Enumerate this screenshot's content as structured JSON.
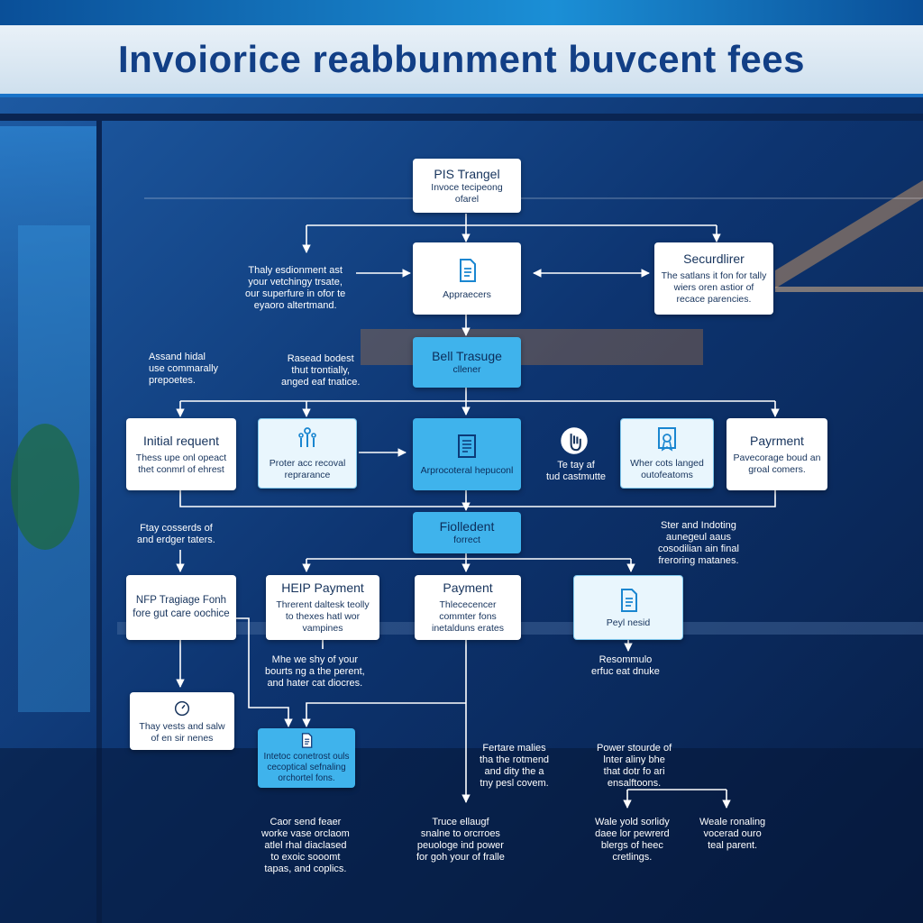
{
  "title": "Invoiorice reabbunment buvcent fees",
  "colors": {
    "accent": "#3fb3ec",
    "title": "#123f86",
    "line": "#ffffff"
  },
  "boxes": {
    "pis": {
      "title": "PIS Trangel",
      "sub": "Invoce tecipeong ofarel"
    },
    "appr": {
      "sub": "Appraecers",
      "icon": "document-icon"
    },
    "secur": {
      "title": "Securdlirer",
      "sub": "The satlans it fon for tally wiers oren astior of recace parencies."
    },
    "bell": {
      "title": "Bell Trasuge",
      "sub": "cllener"
    },
    "initial": {
      "title": "Initial requent",
      "sub": "Thess upe onl opeact thet conmrl of ehrest"
    },
    "proter": {
      "sub": "Proter acc recoval reprarance",
      "icon": "people-icon"
    },
    "apprreq": {
      "sub": "Arprocoteral hepuconl",
      "icon": "form-icon"
    },
    "wher": {
      "sub": "Wher cots langed outofeatoms",
      "icon": "certificate-icon"
    },
    "payment": {
      "title": "Payrment",
      "sub": "Pavecorage boud an groal comers."
    },
    "fiolledent": {
      "title": "Fiolledent",
      "sub": "forrect"
    },
    "nfp": {
      "sub": "NFP Tragiage Fonh fore gut care oochice"
    },
    "heip": {
      "title": "HEIP Payment",
      "sub": "Threrent daltesk teolly to thexes hatl wor vampines"
    },
    "payment2": {
      "title": "Payment",
      "sub": "Thlececencer commter fons inetalduns erates"
    },
    "peyl": {
      "sub": "Peyl nesid",
      "icon": "document-icon"
    },
    "thay": {
      "sub": "Thay vests and salw of en sir nenes",
      "icon": "gauge-icon"
    },
    "intoc": {
      "sub": "Intetoc conetrost ouls cecoptical sefnaling orchortel fons.",
      "icon": "document-icon"
    }
  },
  "notes": {
    "n1": [
      "Thaly esdionment ast",
      "your vetchingy trsate,",
      "our superfure in ofor te",
      "eyaoro altertmand."
    ],
    "n2": [
      "Assand hidal",
      "use commarally",
      "prepoetes."
    ],
    "n3": [
      "Rasead bodest",
      "thut trontially,",
      "anged eaf tnatice."
    ],
    "n4": [
      "Te tay af",
      "tud castmutte"
    ],
    "n5": [
      "Ftay cosserds of",
      "and erdger taters."
    ],
    "n6": [
      "Ster and Indoting",
      "aunegeul aaus",
      "cosodilian ain final",
      "freroring matanes."
    ],
    "n7": [
      "Mhe we shy of your",
      "bourts ng a the perent,",
      "and hater cat diocres."
    ],
    "n8": [
      "Resommulo",
      "erfuc eat dnuke"
    ],
    "n9": [
      "Fertare malies",
      "tha the rotmend",
      "and dity the a",
      "tny pesl covem."
    ],
    "n10": [
      "Power stourde of",
      "lnter aliny bhe",
      "that dotr fo ari",
      "ensalftoons."
    ],
    "n11": [
      "Caor send feaer",
      "worke vase orclaom",
      "atlel rhal diaclased",
      "to exoic sooomt",
      "tapas, and coplics."
    ],
    "n12": [
      "Truce ellaugf",
      "snalne to orcrroes",
      "peuologe ind power",
      "for goh your of fralle"
    ],
    "n13": [
      "Wale yold sorlidy",
      "daee lor pewrerd",
      "blergs of heec",
      "cretlings."
    ],
    "n14": [
      "Weale ronaling",
      "vocerad ouro",
      "teal parent."
    ]
  }
}
